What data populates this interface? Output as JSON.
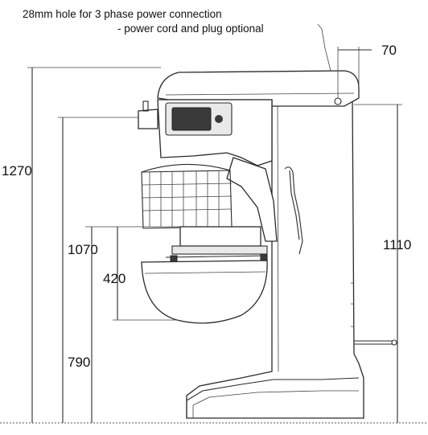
{
  "annotation": {
    "line1": "28mm hole for 3 phase power connection",
    "line2": "- power cord and plug optional"
  },
  "dimensions": {
    "top_offset": "70",
    "overall_height": "1270",
    "head_height": "1070",
    "bowl_height": "420",
    "bowl_rim_height": "790",
    "column_height": "1110"
  },
  "colors": {
    "line": "#2a2a2a",
    "background": "#ffffff"
  }
}
